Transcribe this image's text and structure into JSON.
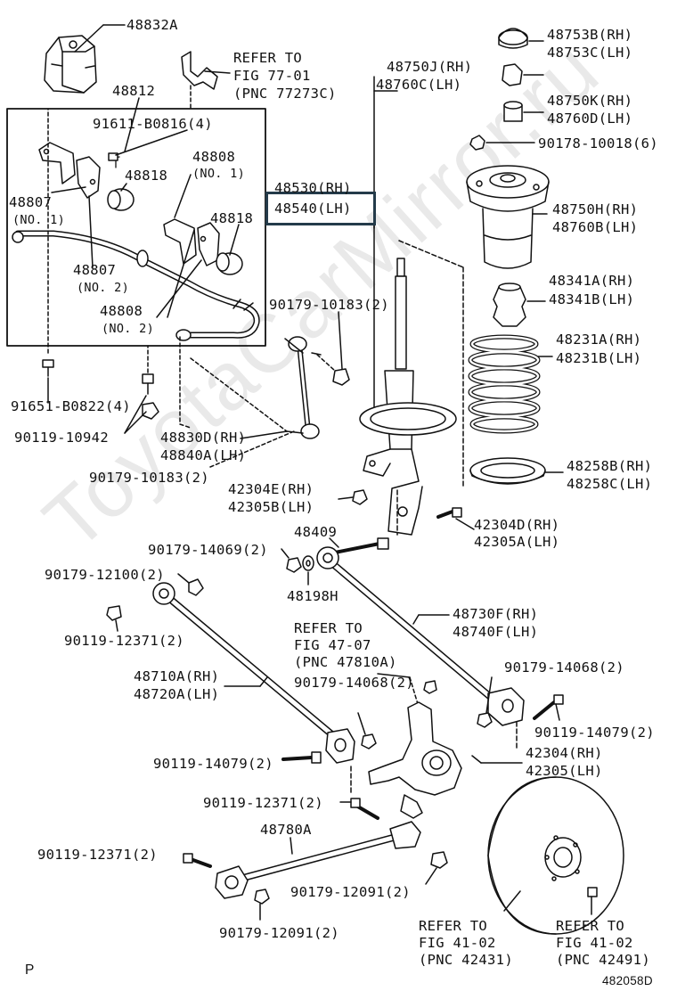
{
  "watermark": "ToyotaCarMirror.ru",
  "footer": {
    "page_letter": "P",
    "figure_code": "482058D"
  },
  "labels": {
    "p48832A": "48832A",
    "refer_fig77_1": "REFER TO",
    "refer_fig77_2": "FIG 77-01",
    "refer_fig77_3": "(PNC 77273C)",
    "p48812": "48812",
    "p91611": "91611-B0816(4)",
    "p48808_no1": "48808",
    "no1_a": "(NO. 1)",
    "p48818_a": "48818",
    "p48807_no1": "48807",
    "no1_b": "(NO. 1)",
    "p48818_b": "48818",
    "p48807_no2": "48807",
    "no2_a": "(NO. 2)",
    "p48808_no2": "48808",
    "no2_b": "(NO. 2)",
    "p91651": "91651-B0822(4)",
    "p90119_10942": "90119-10942",
    "p48830D": "48830D(RH)",
    "p48840A": "48840A(LH)",
    "p90179_10183_a": "90179-10183(2)",
    "p90179_10183_b": "90179-10183(2)",
    "p48750J": "48750J(RH)",
    "p48760C": "48760C(LH)",
    "p48530": "48530(RH)",
    "p48540": "48540(LH)",
    "p48753B": "48753B(RH)",
    "p48753C": "48753C(LH)",
    "p48750K": "48750K(RH)",
    "p48760D": "48760D(LH)",
    "p90178": "90178-10018(6)",
    "p48750H": "48750H(RH)",
    "p48760B": "48760B(LH)",
    "p48341A": "48341A(RH)",
    "p48341B": "48341B(LH)",
    "p48231A": "48231A(RH)",
    "p48231B": "48231B(LH)",
    "p48258B": "48258B(RH)",
    "p48258C": "48258C(LH)",
    "p42304E": "42304E(RH)",
    "p42305B": "42305B(LH)",
    "p42304D": "42304D(RH)",
    "p42305A": "42305A(LH)",
    "p48409": "48409",
    "p90179_14069": "90179-14069(2)",
    "p90179_12100": "90179-12100(2)",
    "p48198H": "48198H",
    "p90119_12371_a": "90119-12371(2)",
    "p48730F": "48730F(RH)",
    "p48740F": "48740F(LH)",
    "refer_fig47_1": "REFER TO",
    "refer_fig47_2": "FIG 47-07",
    "refer_fig47_3": "(PNC 47810A)",
    "p48710A": "48710A(RH)",
    "p48720A": "48720A(LH)",
    "p90179_14068_a": "90179-14068(2)",
    "p90179_14068_b": "90179-14068(2)",
    "p90119_14079_a": "90119-14079(2)",
    "p90119_14079_b": "90119-14079(2)",
    "p42304": "42304(RH)",
    "p42305": "42305(LH)",
    "p90119_12371_b": "90119-12371(2)",
    "p48780A": "48780A",
    "p90119_12371_c": "90119-12371(2)",
    "p90179_12091_a": "90179-12091(2)",
    "p90179_12091_b": "90179-12091(2)",
    "refer_fig41a_1": "REFER TO",
    "refer_fig41a_2": "FIG 41-02",
    "refer_fig41a_3": "(PNC 42431)",
    "refer_fig41b_1": "REFER TO",
    "refer_fig41b_2": "FIG 41-02",
    "refer_fig41b_3": "(PNC 42491)"
  }
}
